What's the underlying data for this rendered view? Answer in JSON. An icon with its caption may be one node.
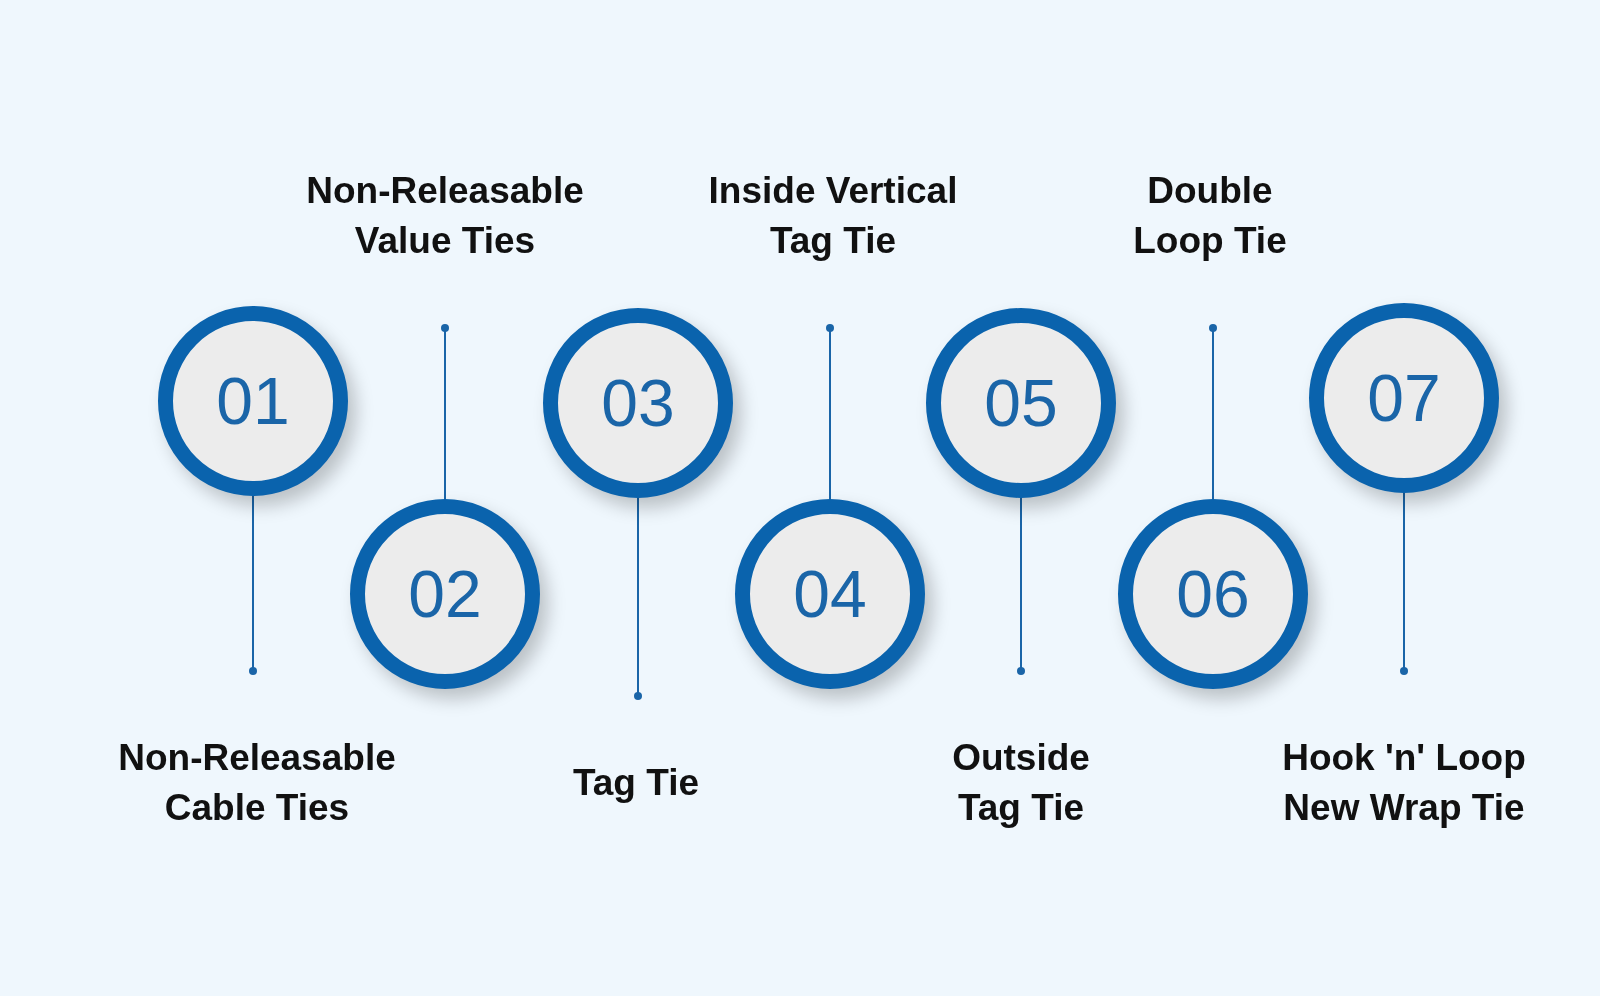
{
  "diagram": {
    "nodes": [
      {
        "text": [
          "01"
        ]
      },
      {
        "text": [
          "02"
        ]
      },
      {
        "text": [
          "03"
        ]
      },
      {
        "text": [
          "04"
        ]
      },
      {
        "text": [
          "05"
        ]
      },
      {
        "text": [
          "06"
        ]
      },
      {
        "text": [
          "07"
        ]
      },
      {
        "text": [
          "Non-Releasable Cable Ties"
        ]
      },
      {
        "text": [
          "Non-Releasable Value Ties"
        ]
      },
      {
        "text": [
          "Tag Tie"
        ]
      },
      {
        "text": [
          "Inside Vertical Tag Tie"
        ]
      },
      {
        "text": [
          "Outside Tag Tie"
        ]
      },
      {
        "text": [
          "Double Loop Tie"
        ]
      },
      {
        "text": [
          "Hook 'n' Loop New Wrap Tie"
        ]
      }
    ],
    "edges": [
      {
        "from": 0,
        "to": 7,
        "arrow": "other"
      },
      {
        "from": 1,
        "to": 8,
        "arrow": "other"
      },
      {
        "from": 2,
        "to": 9,
        "arrow": "other"
      },
      {
        "from": 3,
        "to": 10,
        "arrow": "other"
      },
      {
        "from": 4,
        "to": 11,
        "arrow": "other"
      },
      {
        "from": 5,
        "to": 12,
        "arrow": "other"
      },
      {
        "from": 6,
        "to": 13,
        "arrow": "other"
      }
    ]
  }
}
